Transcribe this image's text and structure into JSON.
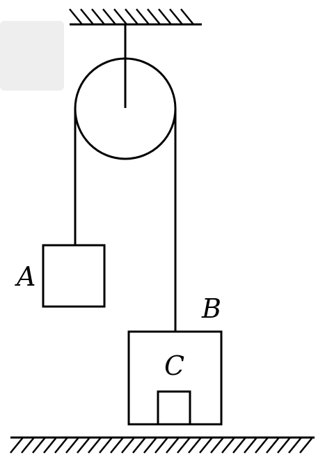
{
  "labels": {
    "block_a": "A",
    "block_b": "B",
    "block_c": "C"
  },
  "colors": {
    "line": "#000000",
    "background": "#ffffff",
    "watermark": "#eeeeee"
  }
}
